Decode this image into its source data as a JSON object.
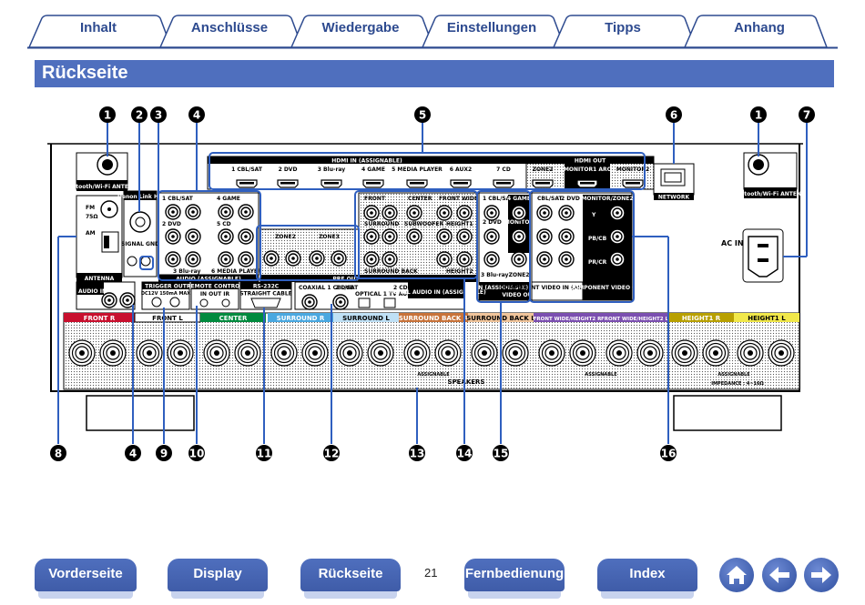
{
  "tabs": [
    {
      "label": "Inhalt"
    },
    {
      "label": "Anschlüsse"
    },
    {
      "label": "Wiedergabe"
    },
    {
      "label": "Einstellungen"
    },
    {
      "label": "Tipps"
    },
    {
      "label": "Anhang"
    }
  ],
  "header": {
    "title": "Rückseite"
  },
  "diagram": {
    "bt_antenna_left": "Bluetooth/Wi-Fi ANTENNA",
    "bt_antenna_right": "Bluetooth/Wi-Fi ANTENNA",
    "denon_link": "Denon Link HD",
    "signal_gnd": "SIGNAL GND",
    "fm": "FM",
    "fm_ohm": "75Ω",
    "am": "AM",
    "antenna": "ANTENNA",
    "hdmi_in": "HDMI IN (ASSIGNABLE)",
    "hdmi_out": "HDMI OUT",
    "hdmi_inputs": [
      "1 CBL/SAT",
      "2 DVD",
      "3 Blu-ray",
      "4 GAME",
      "5 MEDIA PLAYER",
      "6 AUX2",
      "7 CD"
    ],
    "hdmi_outputs": [
      "ZONE2",
      "MONITOR1 ARC",
      "MONITOR2"
    ],
    "network": "NETWORK",
    "ac_in": "AC IN",
    "audio_assignable": "AUDIO (ASSIGNABLE)",
    "audio_inputs": [
      "1 CBL/SAT",
      "4 GAME",
      "2 DVD",
      "5 CD",
      "3 Blu-ray",
      "6 MEDIA PLAYER"
    ],
    "pre_out": "PRE OUT",
    "pre_out_labels": [
      "FRONT",
      "CENTER",
      "FRONT WIDE",
      "SURROUND",
      "SUBWOOFER",
      "HEIGHT1",
      "ZONE2",
      "ZONE3",
      "SURROUND BACK",
      "HEIGHT2"
    ],
    "video_in": "VIDEO IN (ASSIGNABLE)",
    "video_out": "VIDEO OUT",
    "video_labels": [
      "1 CBL/SAT",
      "4 GAME",
      "2 DVD",
      "MONITOR",
      "3 Blu-ray",
      "ZONE2"
    ],
    "component_in": "COMPONENT VIDEO IN (ASSIGNABLE)",
    "component_out": "COMPONENT VIDEO OUT",
    "component_labels": [
      "CBL/SAT",
      "2 DVD",
      "MONITOR/ZONE2",
      "Y",
      "PB/CB",
      "PR/CR"
    ],
    "audio_phono": "AUDIO IN PHONO",
    "trigger_out": "TRIGGER OUT",
    "trigger_spec": "DC12V 150mA MAX",
    "remote_control": "REMOTE CONTROL",
    "remote_sub": "IN OUT IR",
    "rs232c": "RS-232C",
    "straight_cable": "STRAIGHT CABLE",
    "digital_audio": "DIGITAL AUDIO IN (ASSIGNABLE)",
    "digital_labels": [
      "COAXIAL 1 CBL/SAT",
      "2 DVD",
      "OPTICAL 1 TV AUDIO",
      "2 CD"
    ],
    "speaker_labels": [
      "FRONT R",
      "FRONT L",
      "CENTER",
      "SURROUND R",
      "SURROUND L",
      "SURROUND BACK R",
      "SURROUND BACK L",
      "FRONT WIDE/HEIGHT2 R",
      "FRONT WIDE/HEIGHT2 L",
      "HEIGHT1 R",
      "HEIGHT1 L"
    ],
    "speakers": "SPEAKERS",
    "assignable": "ASSIGNABLE",
    "impedance": "IMPEDANCE : 4~16Ω",
    "callouts_top": [
      "1",
      "2",
      "3",
      "4",
      "5",
      "6",
      "1",
      "7"
    ],
    "callouts_bottom": [
      "8",
      "4",
      "9",
      "10",
      "11",
      "12",
      "13",
      "14",
      "15",
      "16"
    ]
  },
  "footer": {
    "page_number": "21",
    "nav": [
      {
        "label": "Vorderseite"
      },
      {
        "label": "Display"
      },
      {
        "label": "Rückseite"
      },
      {
        "label": "Fernbedienung"
      },
      {
        "label": "Index"
      }
    ]
  },
  "colors": {
    "accent": "#4f6fbe",
    "callout_line": "#2f5fbf",
    "front": "#c8102e",
    "center": "#008a3e",
    "surround": "#4aa8e0",
    "surround_back": "#c8733a",
    "front_wide": "#7b4fb0",
    "height1": "#b8a000"
  },
  "icons": [
    "home-icon",
    "arrow-left-icon",
    "arrow-right-icon"
  ]
}
